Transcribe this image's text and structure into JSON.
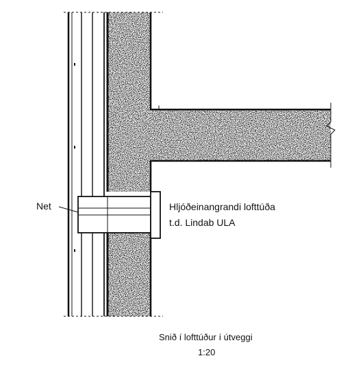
{
  "labels": {
    "net": "Net",
    "vent_line1": "Hljóðeinangrandi lofttúða",
    "vent_line2": "t.d. Lindab ULA",
    "caption_line1": "Snið í lofttúður í útveggi",
    "caption_line2": "1:20"
  },
  "colors": {
    "ink": "#111111",
    "concrete_fill": "#8a8a8a",
    "background": "#ffffff"
  }
}
